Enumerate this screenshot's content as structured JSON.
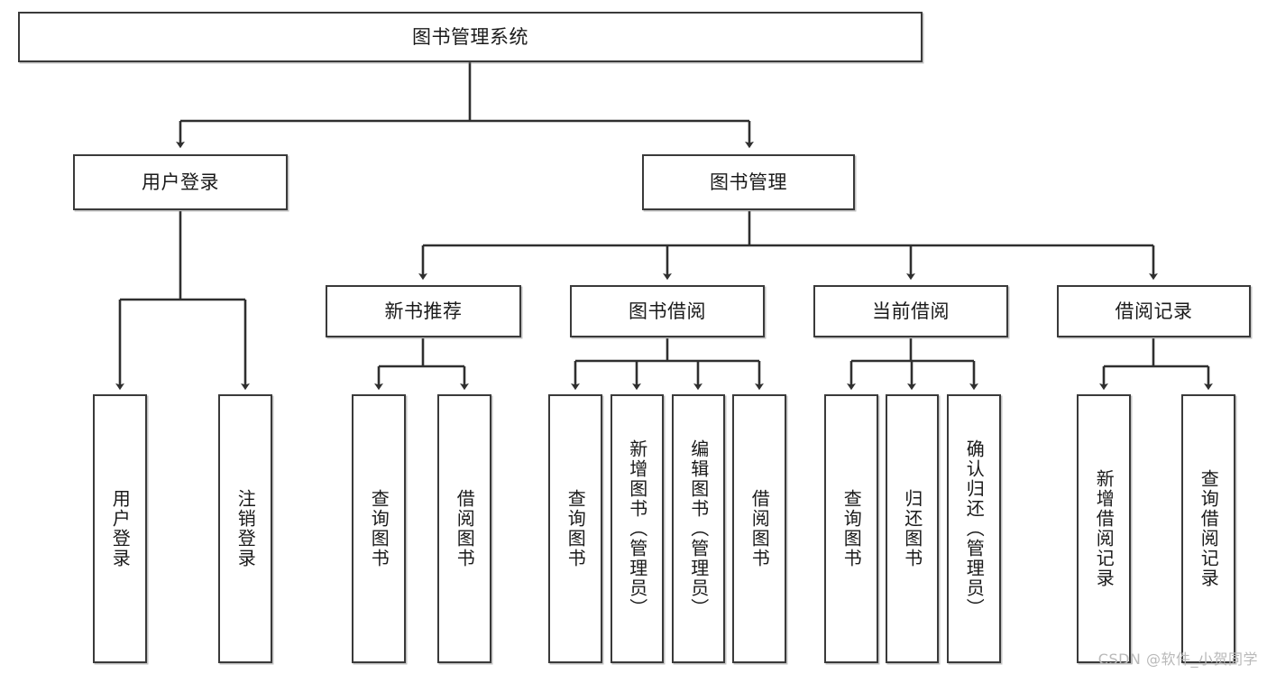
{
  "diagram": {
    "title": "图书管理系统",
    "type": "hierarchy-tree",
    "watermark": "CSDN @软件_小贺同学",
    "colors": {
      "box_border": "#3a3a3a",
      "box_fill": "#ffffff",
      "connector": "#2f2f2f",
      "text": "#1a1a1a",
      "watermark": "#b9b9b9"
    },
    "levels": {
      "level1": [
        {
          "id": "root",
          "label": "图书管理系统",
          "orientation": "horizontal"
        }
      ],
      "level2": [
        {
          "id": "user-login",
          "label": "用户登录",
          "orientation": "horizontal"
        },
        {
          "id": "book-manage",
          "label": "图书管理",
          "orientation": "horizontal"
        }
      ],
      "level3": [
        {
          "id": "new-book-recommend",
          "label": "新书推荐",
          "orientation": "horizontal",
          "parent": "book-manage"
        },
        {
          "id": "book-borrow",
          "label": "图书借阅",
          "orientation": "horizontal",
          "parent": "book-manage"
        },
        {
          "id": "current-borrow",
          "label": "当前借阅",
          "orientation": "horizontal",
          "parent": "book-manage"
        },
        {
          "id": "borrow-record",
          "label": "借阅记录",
          "orientation": "horizontal",
          "parent": "book-manage"
        }
      ],
      "level4": [
        {
          "id": "leaf-user-login",
          "label": "用户登录",
          "orientation": "vertical",
          "parent": "user-login"
        },
        {
          "id": "leaf-logout-login",
          "label": "注销登录",
          "orientation": "vertical",
          "parent": "user-login"
        },
        {
          "id": "leaf-query-book-1",
          "label": "查询图书",
          "orientation": "vertical",
          "parent": "new-book-recommend"
        },
        {
          "id": "leaf-borrow-book-1",
          "label": "借阅图书",
          "orientation": "vertical",
          "parent": "new-book-recommend"
        },
        {
          "id": "leaf-query-book-2",
          "label": "查询图书",
          "orientation": "vertical",
          "parent": "book-borrow"
        },
        {
          "id": "leaf-add-book",
          "label": "新增图书（管理员）",
          "orientation": "vertical",
          "parent": "book-borrow"
        },
        {
          "id": "leaf-edit-book",
          "label": "编辑图书（管理员）",
          "orientation": "vertical",
          "parent": "book-borrow"
        },
        {
          "id": "leaf-borrow-book-2",
          "label": "借阅图书",
          "orientation": "vertical",
          "parent": "book-borrow"
        },
        {
          "id": "leaf-query-book-3",
          "label": "查询图书",
          "orientation": "vertical",
          "parent": "current-borrow"
        },
        {
          "id": "leaf-return-book",
          "label": "归还图书",
          "orientation": "vertical",
          "parent": "current-borrow"
        },
        {
          "id": "leaf-confirm-return",
          "label": "确认归还（管理员）",
          "orientation": "vertical",
          "parent": "current-borrow"
        },
        {
          "id": "leaf-add-record",
          "label": "新增借阅记录",
          "orientation": "vertical",
          "parent": "borrow-record"
        },
        {
          "id": "leaf-query-record",
          "label": "查询借阅记录",
          "orientation": "vertical",
          "parent": "borrow-record"
        }
      ]
    }
  }
}
